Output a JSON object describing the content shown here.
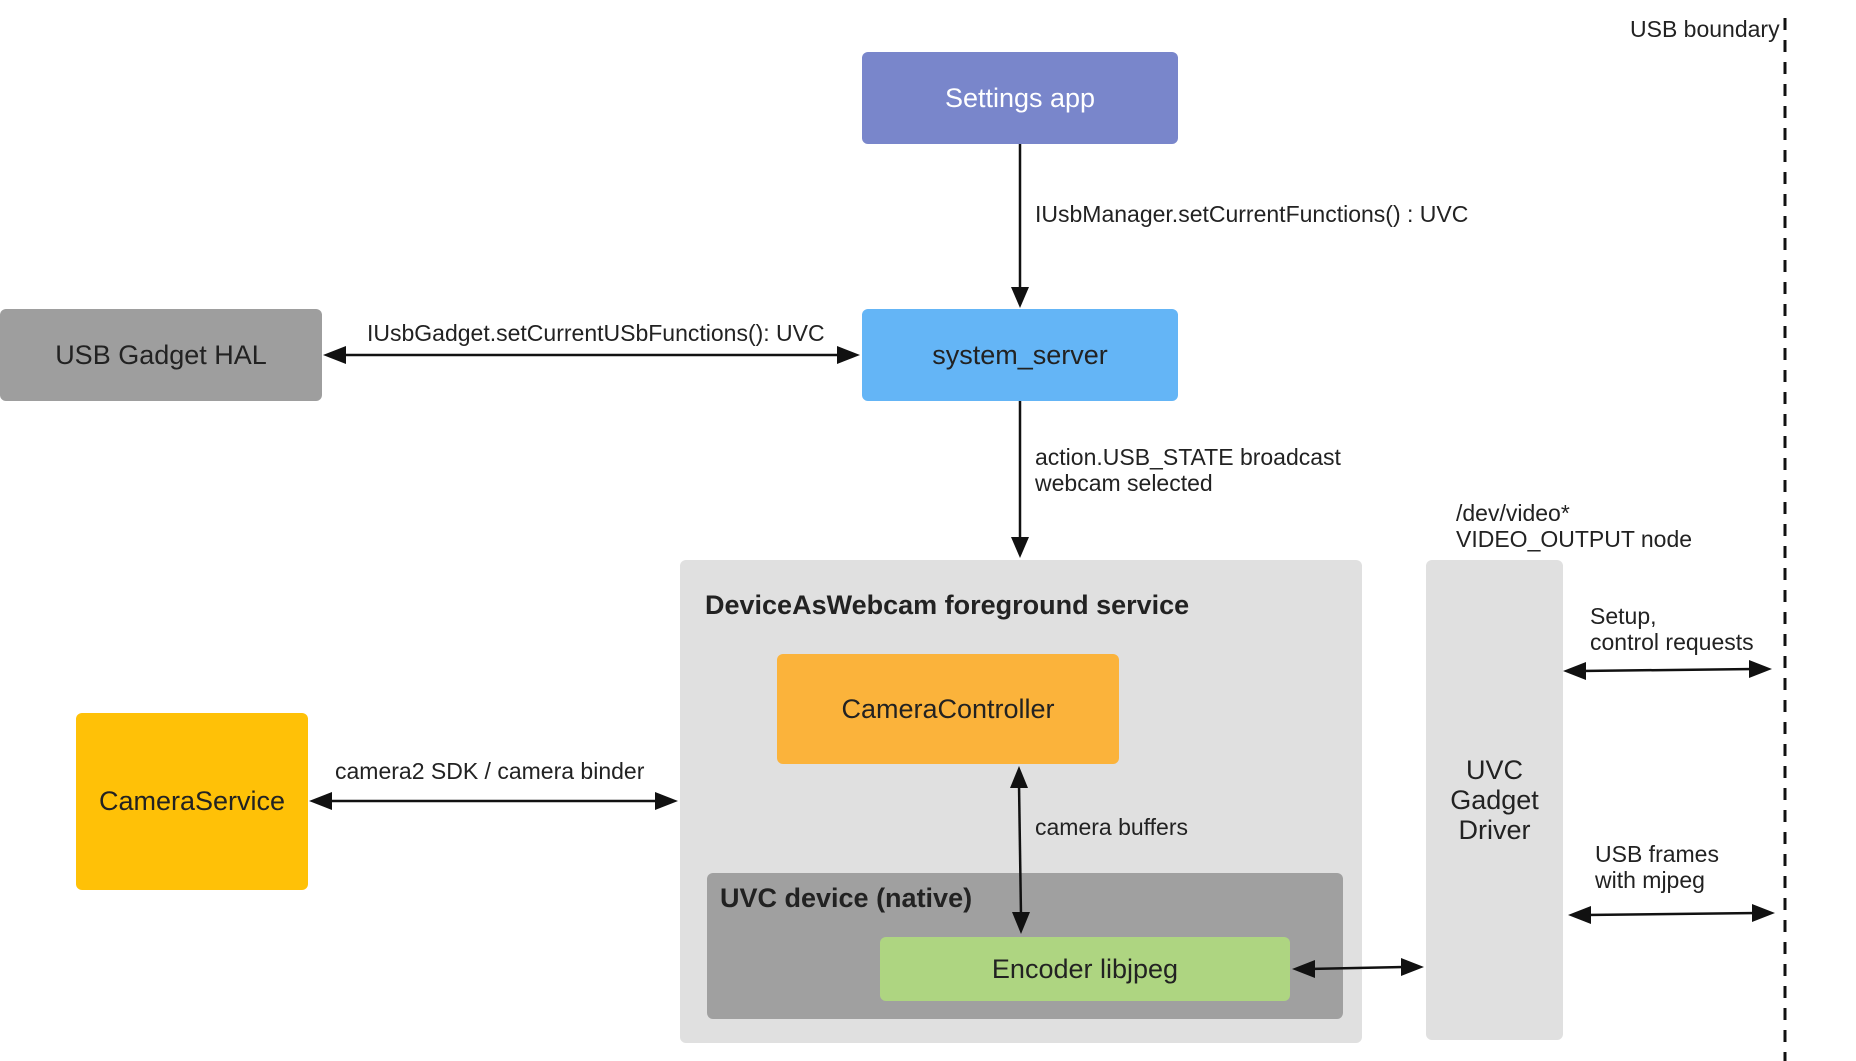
{
  "boundary": {
    "label": "USB boundary"
  },
  "nodes": {
    "settings_app": {
      "label": "Settings app",
      "color": "#7986CB"
    },
    "system_server": {
      "label": "system_server",
      "color": "#64B5F6"
    },
    "usb_gadget_hal": {
      "label": "USB Gadget HAL",
      "color": "#9E9E9E"
    },
    "webcam_service": {
      "label": "DeviceAsWebcam foreground service",
      "color": "#E0E0E0"
    },
    "camera_controller": {
      "label": "CameraController",
      "color": "#FBB33B"
    },
    "camera_service": {
      "label": "CameraService",
      "color": "#FFC107"
    },
    "uvc_device": {
      "label": "UVC device (native)",
      "color": "#A0A0A0"
    },
    "encoder": {
      "label": "Encoder libjpeg",
      "color": "#AED581"
    },
    "uvc_driver": {
      "line1": "UVC",
      "line2": "Gadget",
      "line3": "Driver",
      "color": "#E0E0E0"
    }
  },
  "edges": {
    "set_current_functions": "IUsbManager.setCurrentFunctions() : UVC",
    "gadget_set_functions": "IUsbGadget.setCurrentUSbFunctions(): UVC",
    "usb_state_line1": "action.USB_STATE broadcast",
    "usb_state_line2": "webcam selected",
    "camera_binder": "camera2 SDK / camera binder",
    "camera_buffers": "camera buffers",
    "video_node_line1": "/dev/video*",
    "video_node_line2": "VIDEO_OUTPUT node",
    "setup_line1": "Setup,",
    "setup_line2": "control requests",
    "frames_line1": "USB frames",
    "frames_line2": "with mjpeg"
  }
}
